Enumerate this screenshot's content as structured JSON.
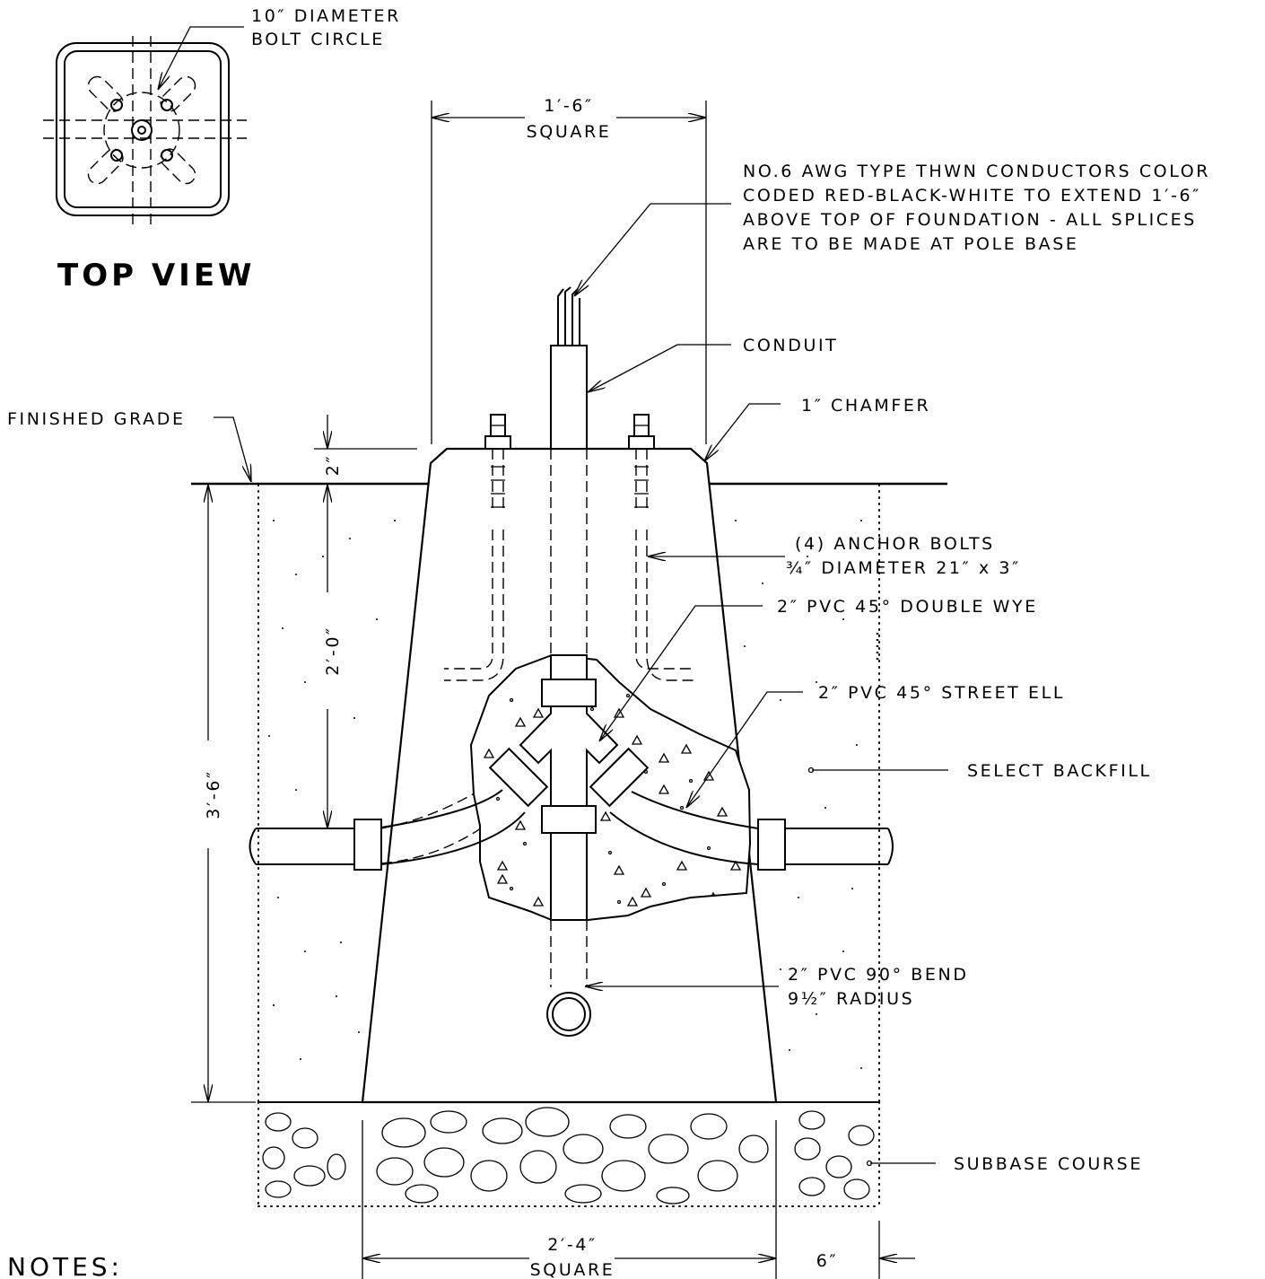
{
  "top_view": {
    "title": "TOP VIEW",
    "bolt_circle_line1": "10″ DIAMETER",
    "bolt_circle_line2": "BOLT CIRCLE"
  },
  "dimensions": {
    "top_width_line1": "1′-6″",
    "top_width_line2": "SQUARE",
    "reveal": "2″",
    "embed_depth": "2′-0″",
    "total_depth": "3′-6″",
    "bottom_width_line1": "2′-4″",
    "bottom_width_line2": "SQUARE",
    "subbase_overhang": "6″"
  },
  "callouts": {
    "conductors_line1": "NO.6 AWG TYPE THWN CONDUCTORS COLOR",
    "conductors_line2": "CODED RED-BLACK-WHITE TO EXTEND 1′-6″",
    "conductors_line3": "ABOVE TOP OF FOUNDATION - ALL SPLICES",
    "conductors_line4": "ARE TO BE MADE AT POLE BASE",
    "conduit": "CONDUIT",
    "chamfer": "1″ CHAMFER",
    "finished_grade": "FINISHED GRADE",
    "anchor_bolts_line1": "(4) ANCHOR BOLTS",
    "anchor_bolts_line2": "¾″ DIAMETER 21″ x 3″",
    "double_wye": "2″ PVC 45° DOUBLE WYE",
    "street_ell": "2″ PVC 45° STREET ELL",
    "select_backfill": "SELECT BACKFILL",
    "bend_line1": "2″ PVC 90° BEND",
    "bend_line2": "9½″ RADIUS",
    "subbase_course": "SUBBASE COURSE"
  },
  "notes": {
    "heading": "NOTES:"
  }
}
